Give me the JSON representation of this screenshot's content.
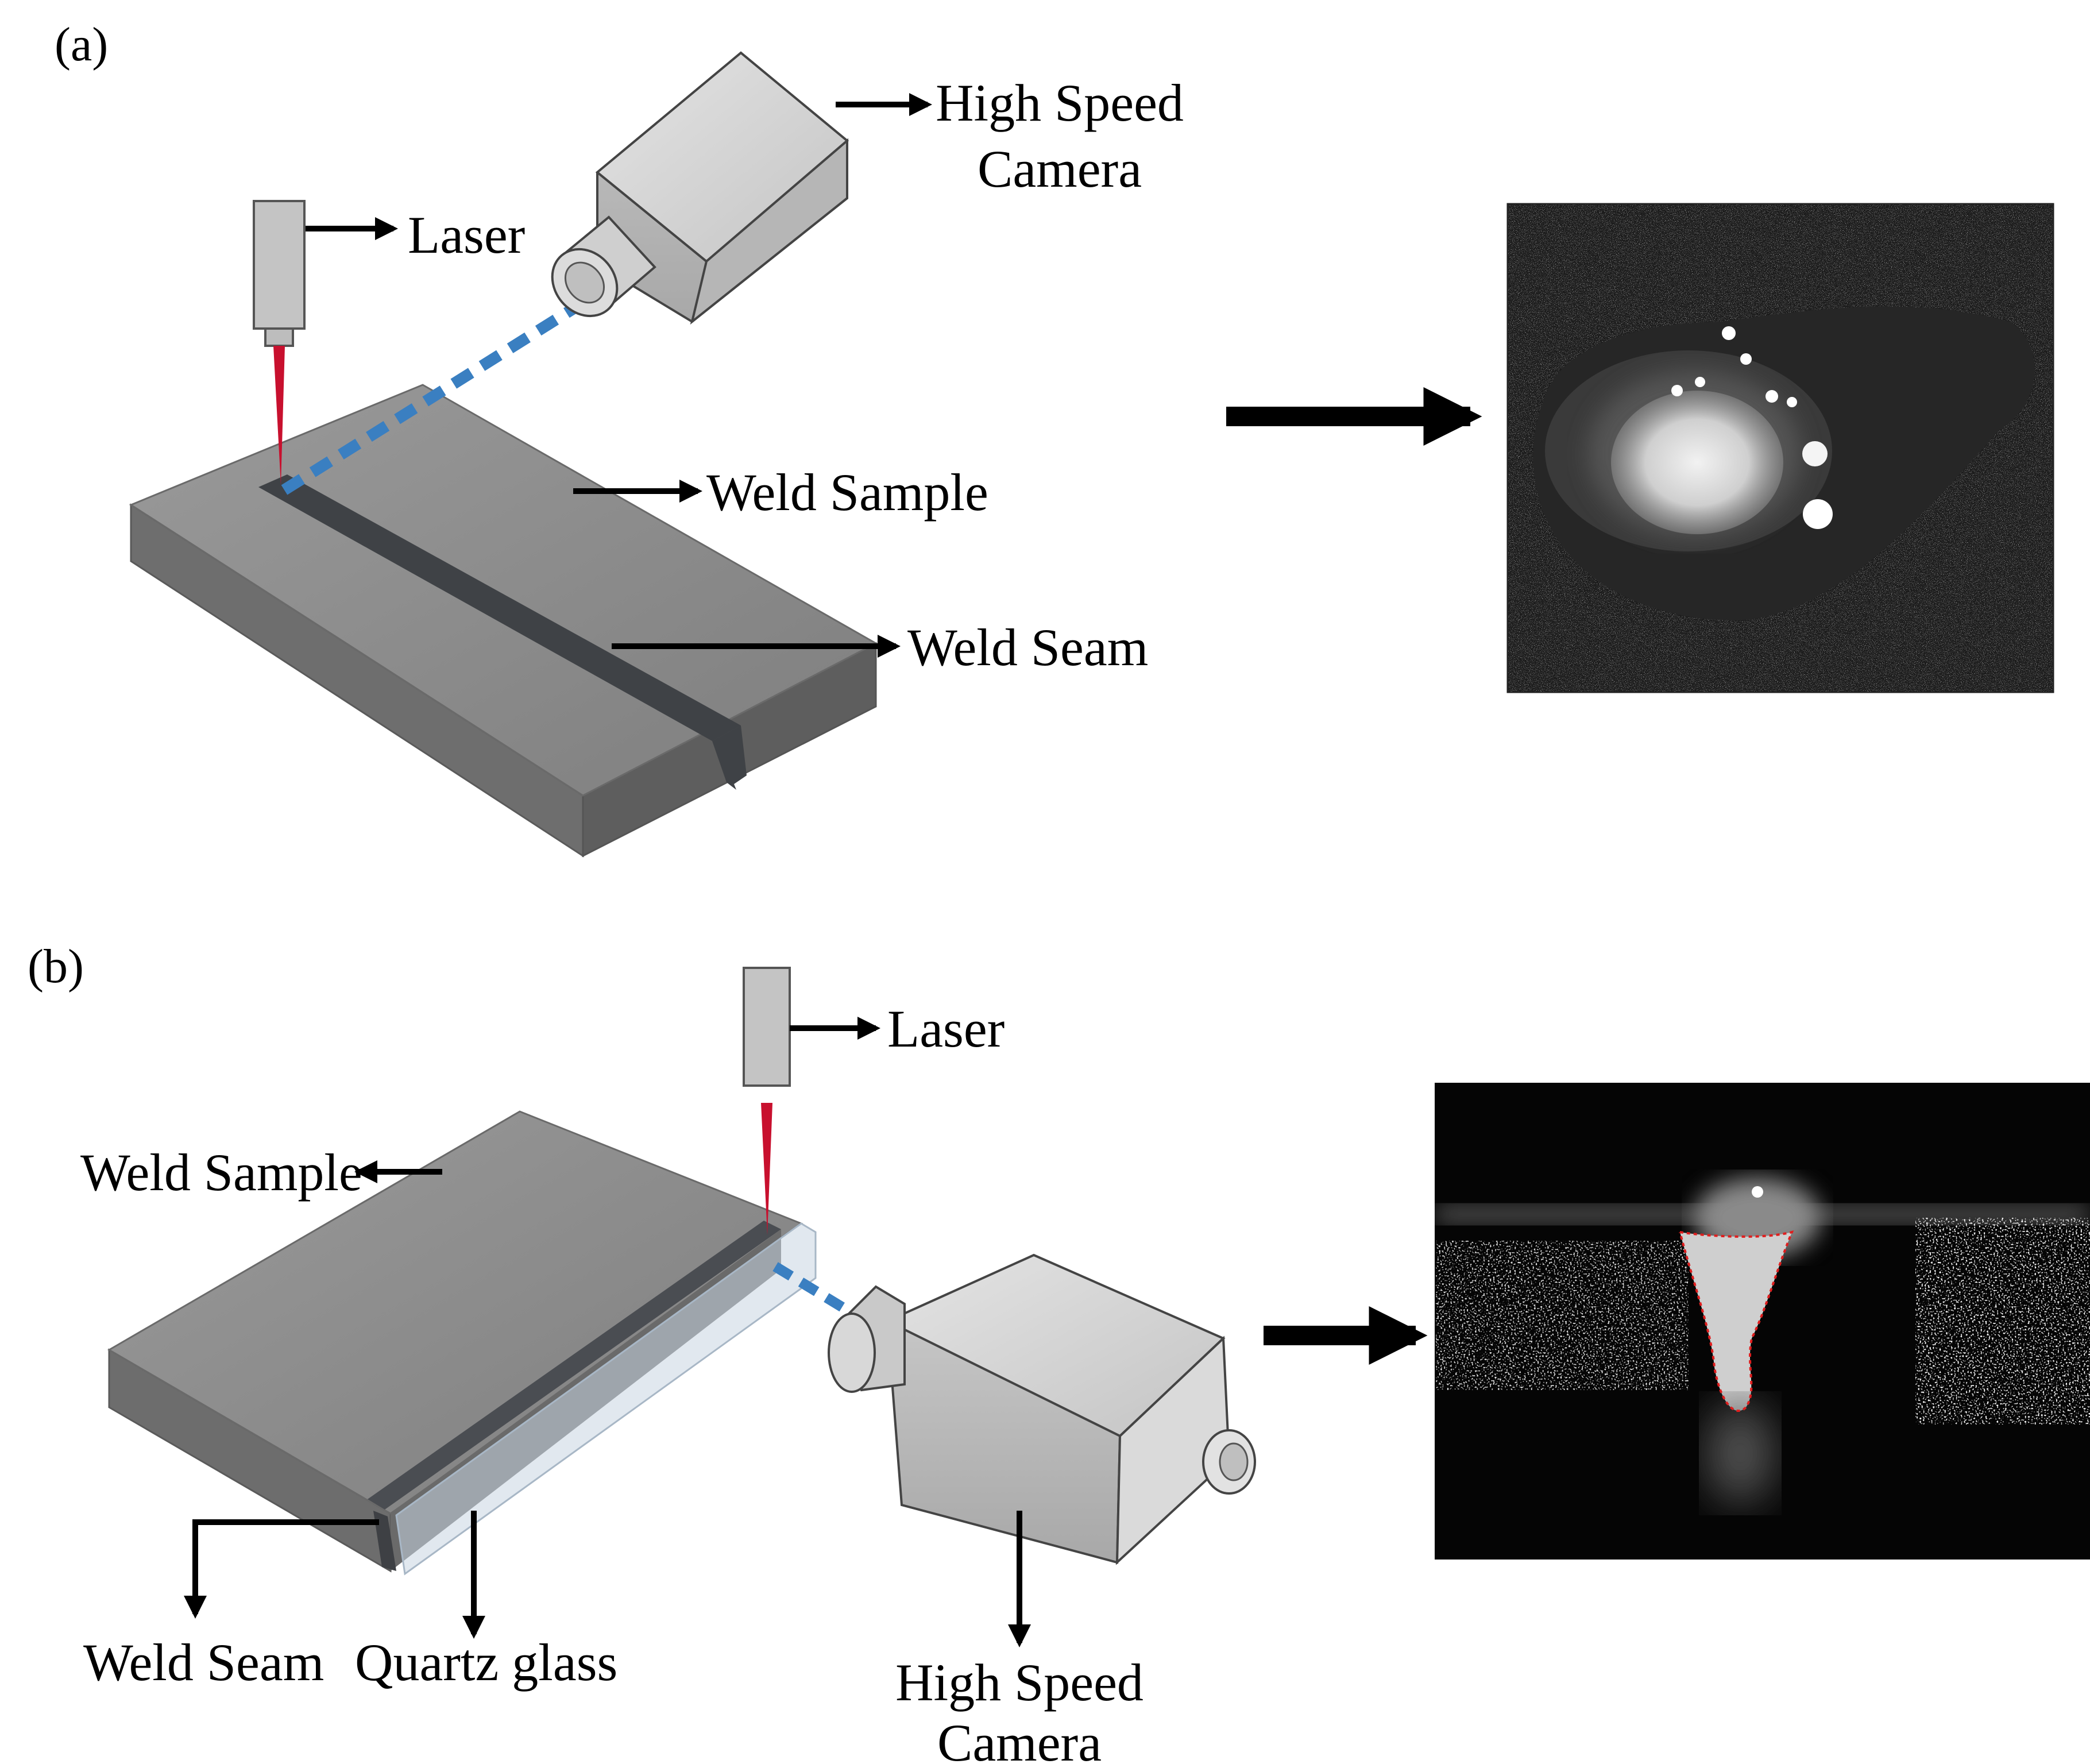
{
  "panel_a": {
    "label": "(a)",
    "laser": "Laser",
    "camera_line1": "High Speed",
    "camera_line2": "Camera",
    "weld_sample": "Weld Sample",
    "weld_seam": "Weld Seam"
  },
  "panel_b": {
    "label": "(b)",
    "laser": "Laser",
    "weld_sample": "Weld Sample",
    "weld_seam": "Weld Seam",
    "quartz_glass": "Quartz glass",
    "camera_line1": "High Speed",
    "camera_line2": "Camera"
  },
  "colors": {
    "laser_beam": "#c8102e",
    "camera_sightline": "#3a7fc1",
    "sample_top": "#8c8c8c",
    "sample_side": "#7a7a7a",
    "weld_seam": "#4a4d52",
    "camera_body": "#d0d0d0",
    "outline_boundary": "#e01e1e"
  },
  "icons": {
    "arrow": "right-arrow",
    "camera": "camera-icon",
    "laser_head": "laser-head-icon"
  }
}
